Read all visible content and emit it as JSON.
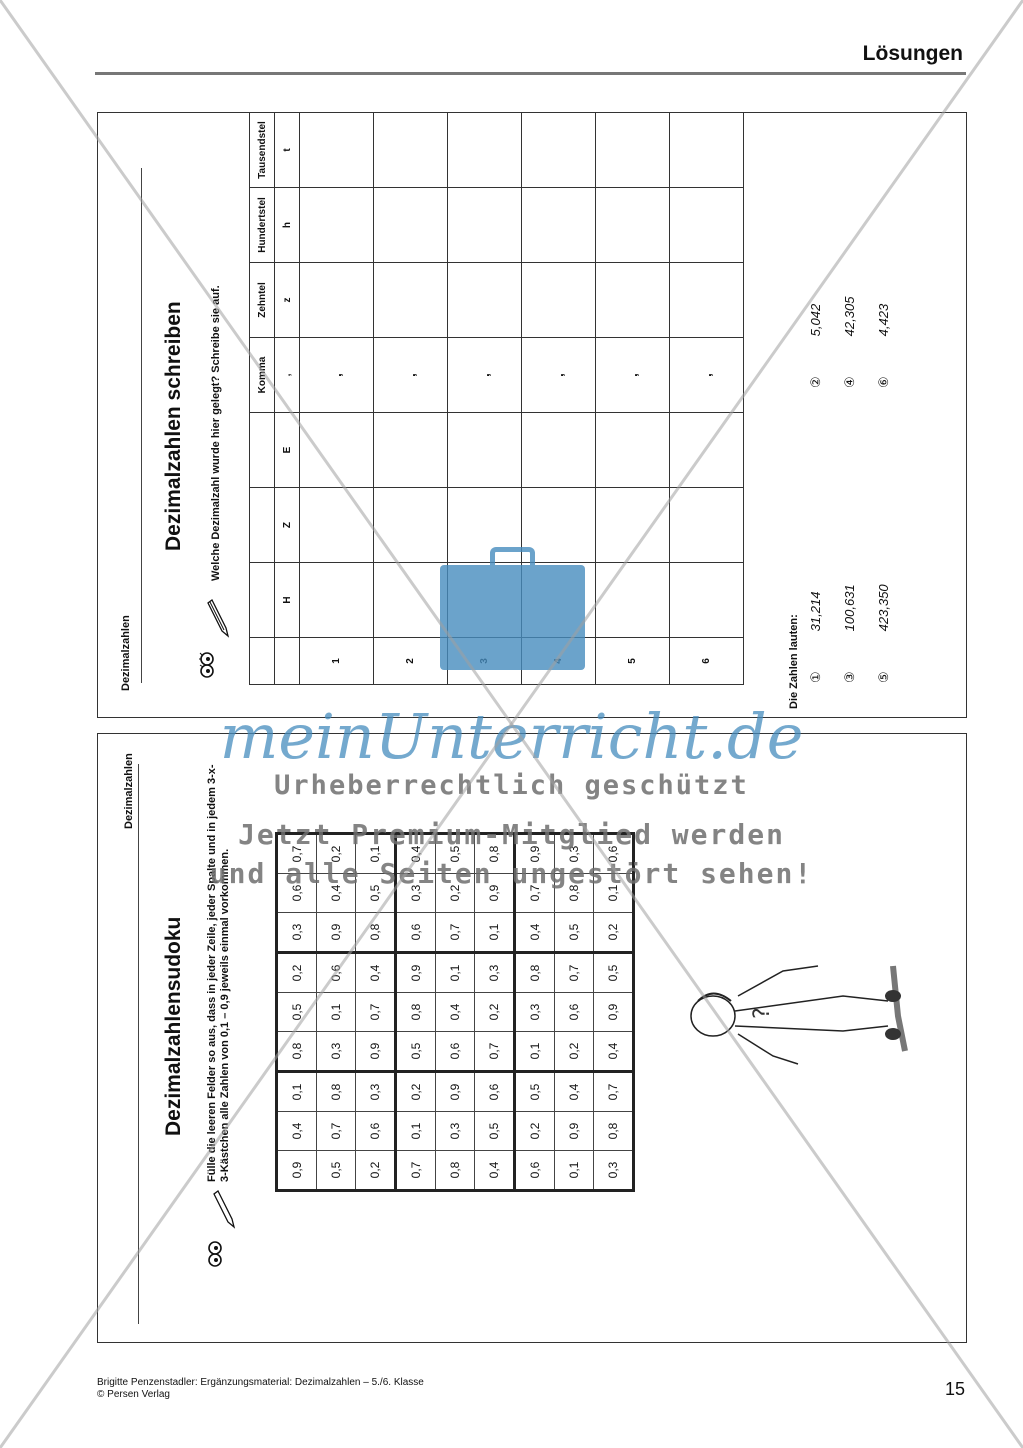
{
  "header": {
    "title": "Lösungen"
  },
  "top_card": {
    "section_label": "Dezimalzahlen",
    "title": "Dezimalzahlen schreiben",
    "instruction": "Welche Dezimalzahl wurde hier gelegt? Schreibe sie auf.",
    "headers": [
      "",
      "",
      "",
      "Komma",
      "Zehntel",
      "Hundertstel",
      "Tausendstel"
    ],
    "subheaders": [
      "H",
      "Z",
      "E",
      ",",
      "z",
      "h",
      "t"
    ],
    "rows": [
      {
        "num": "1",
        "comma": ","
      },
      {
        "num": "2",
        "comma": ","
      },
      {
        "num": "3",
        "comma": ","
      },
      {
        "num": "4",
        "comma": ","
      },
      {
        "num": "5",
        "comma": ","
      },
      {
        "num": "6",
        "comma": ","
      }
    ],
    "answers_label": "Die Zahlen lauten:",
    "answers": [
      {
        "idx": "①",
        "value": "31,214"
      },
      {
        "idx": "②",
        "value": "5,042"
      },
      {
        "idx": "③",
        "value": "100,631"
      },
      {
        "idx": "④",
        "value": "42,305"
      },
      {
        "idx": "⑤",
        "value": "423,350"
      },
      {
        "idx": "⑥",
        "value": "4,423"
      }
    ]
  },
  "bottom_card": {
    "section_label": "Dezimalzahlen",
    "title": "Dezimalzahlensudoku",
    "instruction": "Fülle die leeren Felder so aus, dass in jeder Zeile, jeder Spalte und in jedem 3-x-3-Kästchen alle Zahlen von 0,1 – 0,9 jeweils einmal vorkommen.",
    "grid": [
      [
        "0,9",
        "0,4",
        "0,1",
        "0,8",
        "0,5",
        "0,2",
        "0,3",
        "0,6",
        "0,7"
      ],
      [
        "0,5",
        "0,7",
        "0,8",
        "0,3",
        "0,1",
        "0,6",
        "0,9",
        "0,4",
        "0,2"
      ],
      [
        "0,2",
        "0,6",
        "0,3",
        "0,9",
        "0,7",
        "0,4",
        "0,8",
        "0,5",
        "0,1"
      ],
      [
        "0,7",
        "0,1",
        "0,2",
        "0,5",
        "0,8",
        "0,9",
        "0,6",
        "0,3",
        "0,4"
      ],
      [
        "0,8",
        "0,3",
        "0,9",
        "0,6",
        "0,4",
        "0,1",
        "0,7",
        "0,2",
        "0,5"
      ],
      [
        "0,4",
        "0,5",
        "0,6",
        "0,7",
        "0,2",
        "0,3",
        "0,1",
        "0,9",
        "0,8"
      ],
      [
        "0,6",
        "0,2",
        "0,5",
        "0,1",
        "0,3",
        "0,8",
        "0,4",
        "0,7",
        "0,9"
      ],
      [
        "0,1",
        "0,9",
        "0,4",
        "0,2",
        "0,6",
        "0,7",
        "0,5",
        "0,8",
        "0,3"
      ],
      [
        "0,3",
        "0,8",
        "0,7",
        "0,4",
        "0,9",
        "0,5",
        "0,2",
        "0,1",
        "0,6"
      ]
    ]
  },
  "watermark": {
    "logo": "meinUnterricht.de",
    "line1": "Urheberrechtlich geschützt",
    "line2": "Jetzt Premium-Mitglied werden",
    "line3": "und alle Seiten ungestört sehen!"
  },
  "footer": {
    "line1": "Brigitte Penzenstadler: Ergänzungsmaterial: Dezimalzahlen – 5./6. Klasse",
    "line2": "© Persen Verlag",
    "page": "15"
  }
}
